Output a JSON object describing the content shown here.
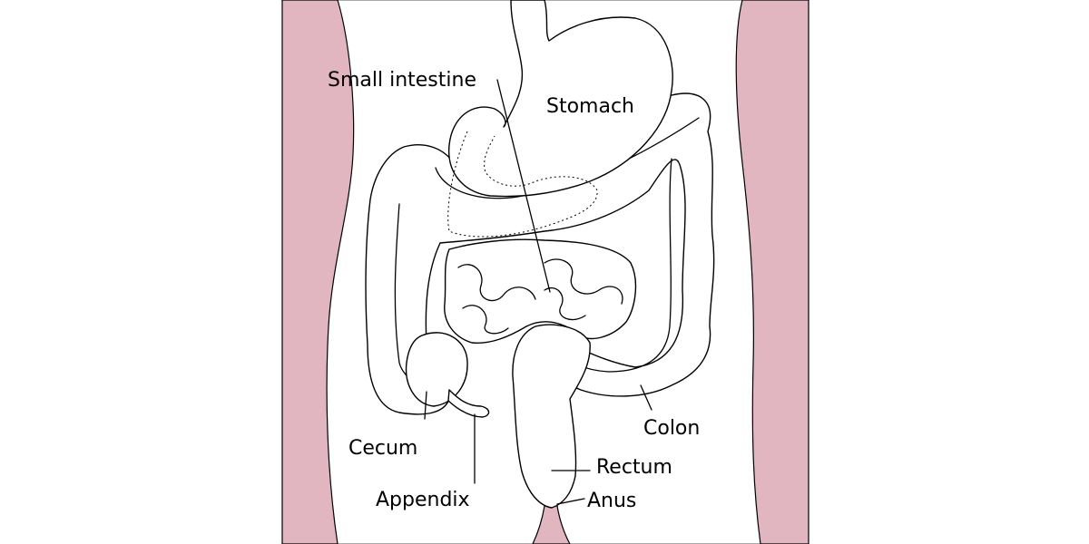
{
  "colors": {
    "skin": "#e2b6c0",
    "outline": "#000000",
    "fill": "#ffffff",
    "background": "#ffffff"
  },
  "labels": {
    "small_intestine": "Small intestine",
    "stomach": "Stomach",
    "colon": "Colon",
    "cecum": "Cecum",
    "appendix": "Appendix",
    "rectum": "Rectum",
    "anus": "Anus"
  }
}
